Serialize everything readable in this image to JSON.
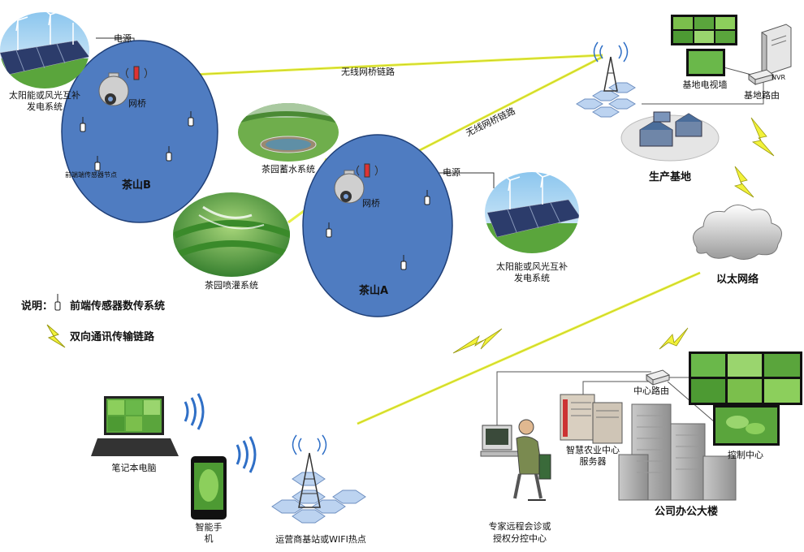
{
  "labels": {
    "power_left": "电源",
    "power_right": "电源",
    "solar_left_line1": "太阳能或风光互补",
    "solar_left_line2": "发电系统",
    "solar_right_line1": "太阳能或风光互补",
    "solar_right_line2": "发电系统",
    "bridge_b": "网桥",
    "bridge_a": "网桥",
    "sensor_node": "前端端传感器节点",
    "hill_b": "茶山B",
    "hill_a": "茶山A",
    "wireless_link_top": "无线网桥链路",
    "wireless_link_mid": "无线网桥链路",
    "storage_system": "茶园蓄水系统",
    "spray_system": "茶园喷灌系统",
    "tv_wall": "基地电视墙",
    "nvr": "NVR",
    "base_router": "基地路由",
    "production_base": "生产基地",
    "ethernet": "以太网络",
    "legend_prefix": "说明：",
    "legend_sensor": "前端传感器数传系统",
    "legend_link": "双向通讯传输链路",
    "center_router": "中心路由",
    "server_line1": "智慧农业中心",
    "server_line2": "服务器",
    "control_center": "控制中心",
    "office_building": "公司办公大楼",
    "expert_line1": "专家远程会诊或",
    "expert_line2": "授权分控中心",
    "laptop": "笔记本电脑",
    "phone_line1": "智能手",
    "phone_line2": "机",
    "base_station": "运营商基站或WIFI热点"
  },
  "colors": {
    "hill_fill": "#4f7cc1",
    "hill_stroke": "#1f3f77",
    "link_yellow": "#e8f04a",
    "wifi_blue": "#2f6fc6",
    "grass_green": "#5aa53c",
    "sky_blue": "#bfe0f5",
    "building_gray": "#a9a9a9"
  }
}
